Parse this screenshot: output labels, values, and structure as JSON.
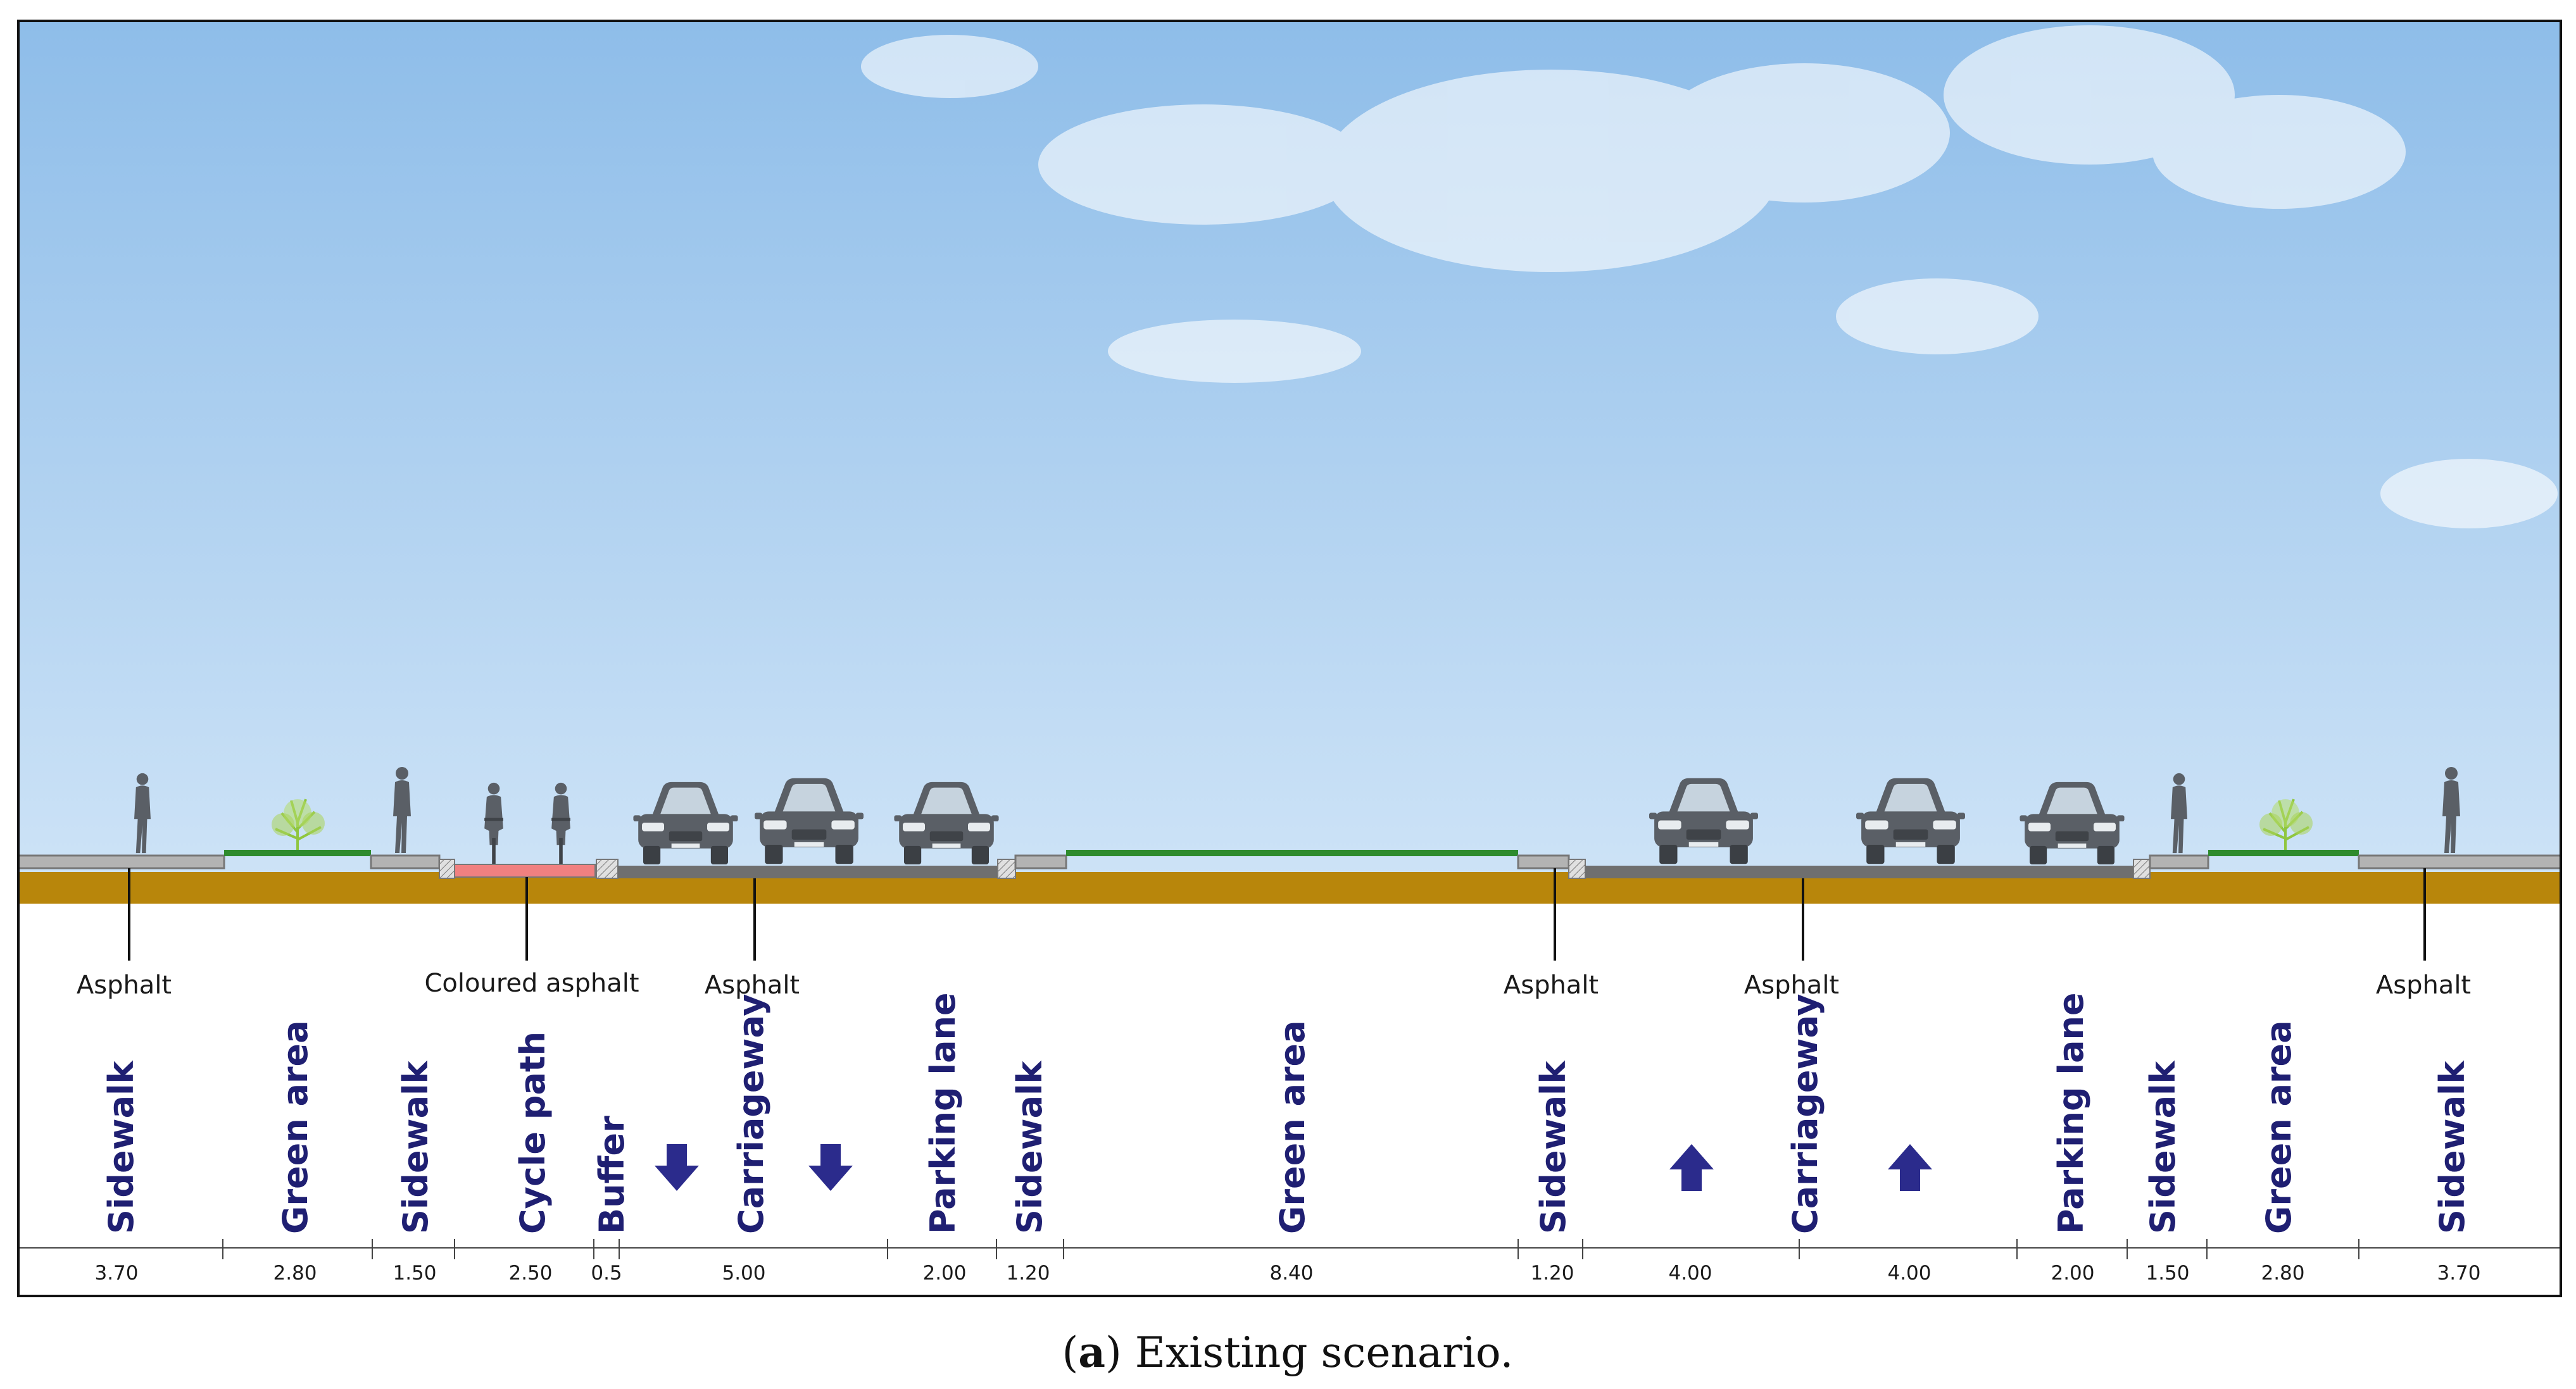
{
  "caption": {
    "open_paren": "(",
    "letter": "a",
    "text": ") Existing scenario."
  },
  "materials": [
    {
      "id": "asphalt-1",
      "label": "Asphalt"
    },
    {
      "id": "coloured-asphalt",
      "label": "Coloured asphalt"
    },
    {
      "id": "asphalt-2",
      "label": "Asphalt"
    },
    {
      "id": "asphalt-3",
      "label": "Asphalt"
    },
    {
      "id": "asphalt-4",
      "label": "Asphalt"
    },
    {
      "id": "asphalt-5",
      "label": "Asphalt"
    }
  ],
  "zones": [
    {
      "label": "Sidewalk",
      "width": "3.70"
    },
    {
      "label": "Green area",
      "width": "2.80"
    },
    {
      "label": "Sidewalk",
      "width": "1.50"
    },
    {
      "label": "Cycle path",
      "width": "2.50"
    },
    {
      "label": "Buffer",
      "width": "0.5"
    },
    {
      "label": "Carriageway",
      "width": "5.00"
    },
    {
      "label": "Parking lane",
      "width": "2.00"
    },
    {
      "label": "Sidewalk",
      "width": "1.20"
    },
    {
      "label": "Green area",
      "width": "8.40"
    },
    {
      "label": "Sidewalk",
      "width": "1.20"
    },
    {
      "label": "",
      "width": "4.00"
    },
    {
      "label": "Carriageway",
      "width": ""
    },
    {
      "label": "",
      "width": "4.00"
    },
    {
      "label": "Parking lane",
      "width": "2.00"
    },
    {
      "label": "Sidewalk",
      "width": "1.50"
    },
    {
      "label": "Green area",
      "width": "2.80"
    },
    {
      "label": "Sidewalk",
      "width": "3.70"
    }
  ],
  "colors": {
    "sky_top": "#8ebde9",
    "sky_bottom": "#c9e1f6",
    "soil": "#b8860b",
    "road": "#6f6f6f",
    "sidewalk": "#b3b3b3",
    "green": "#2e8b2e",
    "cycle_path": "#f08080",
    "arrow": "#2b2b8c",
    "silhouette": "#5a5f66"
  },
  "icons": [
    "pedestrian-icon",
    "tree-icon",
    "cyclist-icon",
    "car-icon",
    "direction-arrow-down-icon",
    "direction-arrow-up-icon"
  ]
}
